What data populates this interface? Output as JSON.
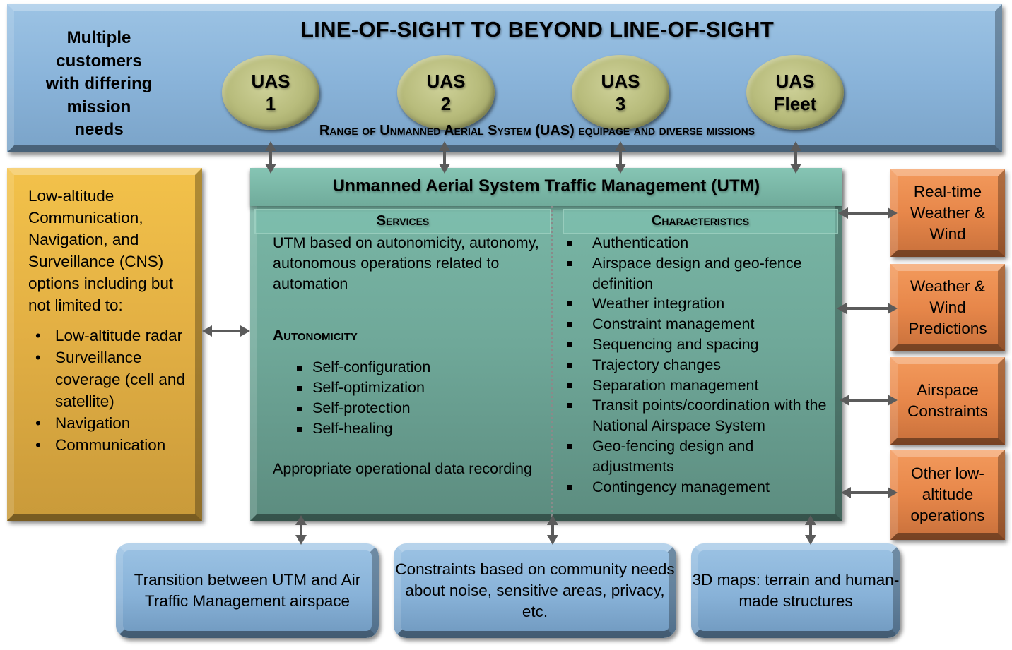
{
  "top_banner": {
    "customers_text": [
      "Multiple",
      "customers",
      "with differing",
      "mission",
      "needs"
    ],
    "title": "LINE-OF-SIGHT TO BEYOND LINE-OF-SIGHT",
    "uas_discs": [
      {
        "line1": "UAS",
        "line2": "1"
      },
      {
        "line1": "UAS",
        "line2": "2"
      },
      {
        "line1": "UAS",
        "line2": "3"
      },
      {
        "line1": "UAS",
        "line2": "Fleet"
      }
    ],
    "caption": "Range of Unmanned Aerial System (UAS) equipage and diverse missions"
  },
  "cns_box": {
    "intro": "Low-altitude Communication, Navigation, and Surveillance (CNS) options including but not limited to:",
    "items": [
      "Low-altitude radar",
      "Surveillance coverage (cell and satellite)",
      "Navigation",
      "Communication"
    ]
  },
  "utm_box": {
    "title": "Unmanned Aerial System Traffic Management (UTM)",
    "services": {
      "heading": "Services",
      "intro": "UTM based on autonomicity, autonomy, autonomous operations related to automation",
      "autonomicity_heading": "Autonomicity",
      "autonomicity_items": [
        "Self-configuration",
        "Self-optimization",
        "Self-protection",
        "Self-healing"
      ],
      "recording": "Appropriate operational data recording"
    },
    "characteristics": {
      "heading": "Characteristics",
      "items": [
        "Authentication",
        "Airspace design and geo-fence definition",
        "Weather integration",
        "Constraint management",
        "Sequencing and spacing",
        "Trajectory changes",
        "Separation management",
        "Transit points/coordination with the National Airspace System",
        "Geo-fencing design and adjustments",
        "Contingency management"
      ]
    }
  },
  "right_boxes": [
    "Real-time Weather & Wind",
    "Weather & Wind Predictions",
    "Airspace Constraints",
    "Other low-altitude operations"
  ],
  "bottom_boxes": [
    "Transition between UTM and Air Traffic Management airspace",
    "Constraints based on community needs about noise, sensitive areas, privacy, etc.",
    "3D maps: terrain and human-made structures"
  ],
  "colors": {
    "banner_blue": "#8ab4da",
    "cns_yellow": "#e3b044",
    "utm_green": "#6fa899",
    "orange": "#e7874a",
    "arrow_gray": "#5b5b5b"
  }
}
